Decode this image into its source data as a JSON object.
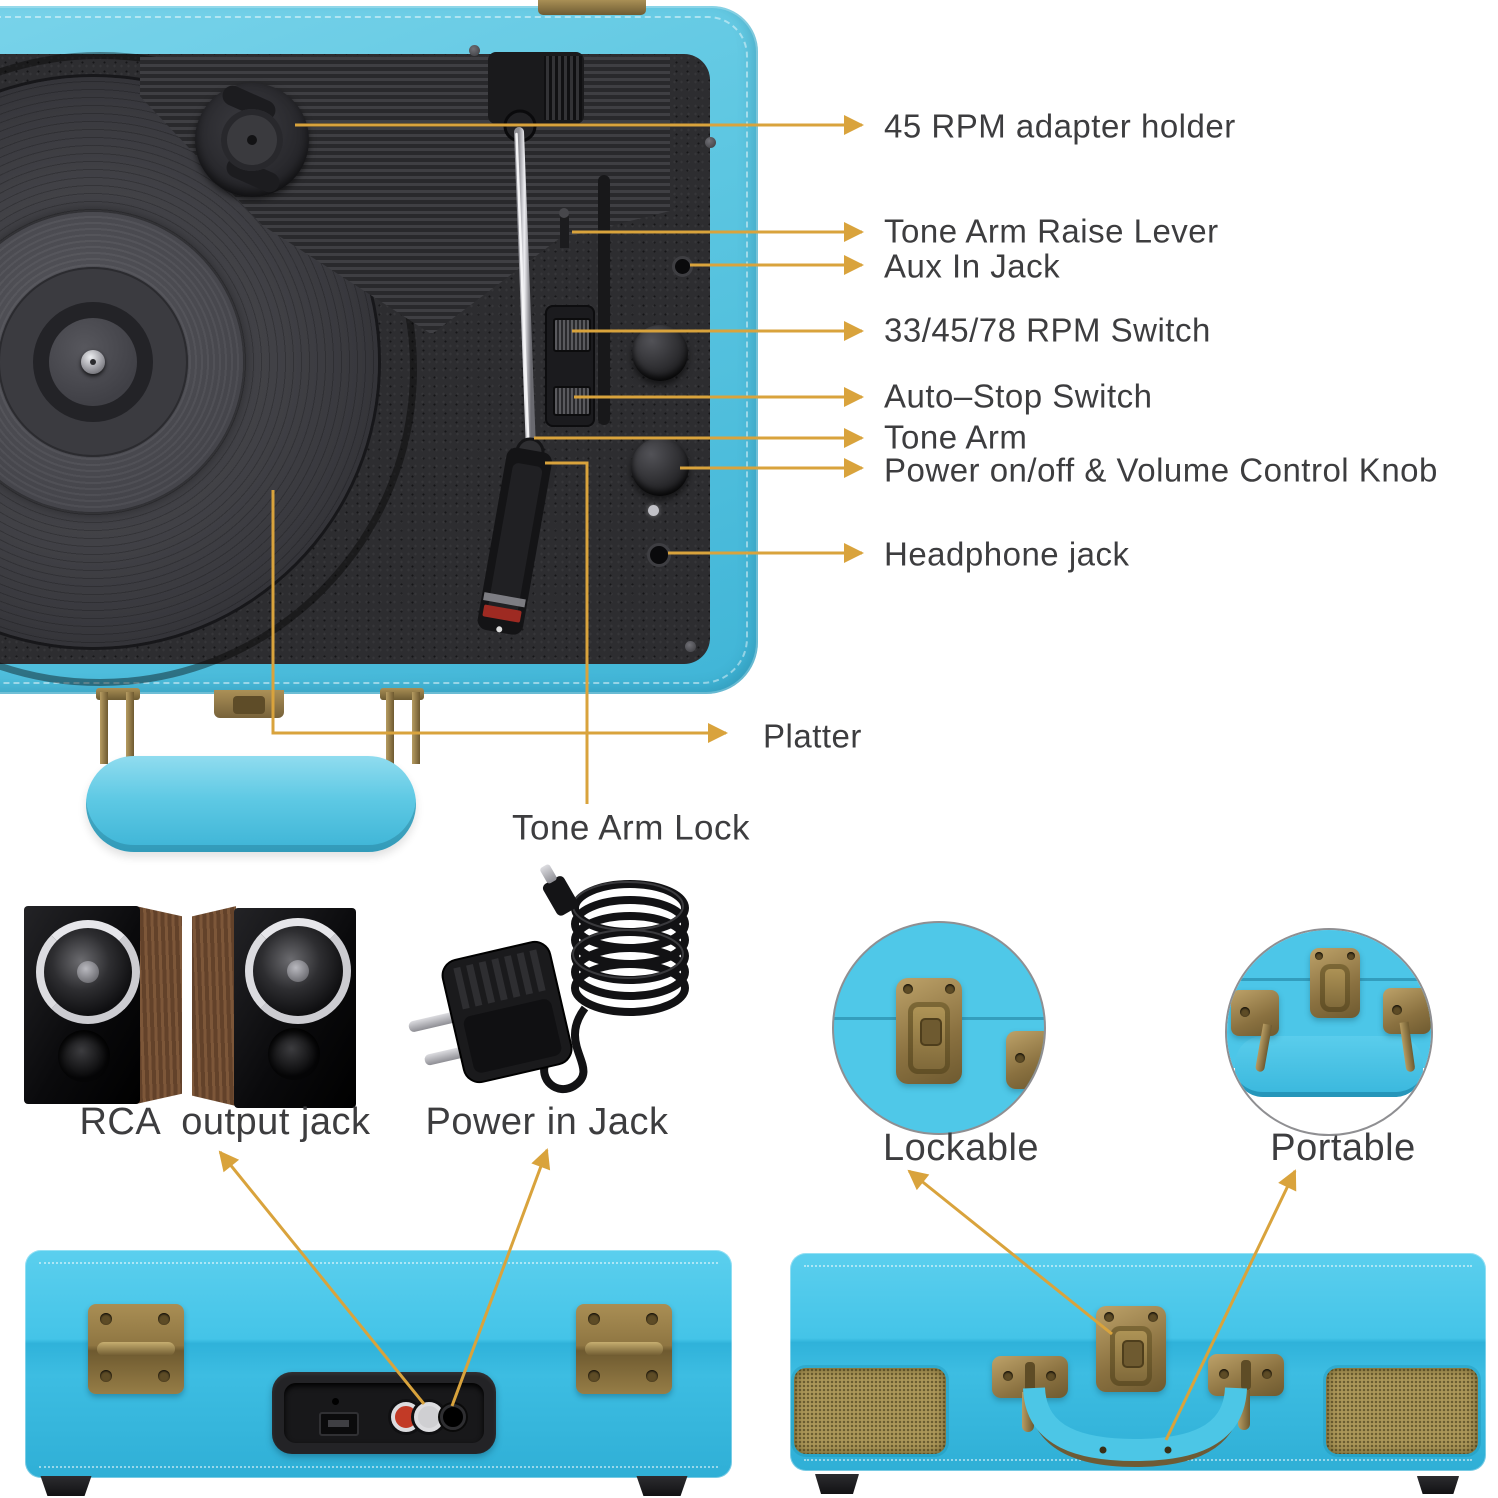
{
  "figure": {
    "type": "product-feature-diagram",
    "subject": "portable suitcase turntable"
  },
  "colors": {
    "arrow": "#D9A33C",
    "label_text": "#3D3D3F",
    "case_teal": "#4CC6E8",
    "case_teal_dark": "#2FAFD6",
    "brass_hardware": "#9A8148",
    "grille_gold": "#AC9759",
    "deck_black": "#2D2D30"
  },
  "callouts": {
    "adapter_holder": "45 RPM adapter holder",
    "raise_lever": "Tone Arm Raise Lever",
    "aux_in": "Aux In Jack",
    "rpm_switch": "33/45/78 RPM Switch",
    "auto_stop": "Auto–Stop Switch",
    "tone_arm": "Tone Arm",
    "power_volume": "Power on/off & Volume Control Knob",
    "headphone": "Headphone jack",
    "platter": "Platter",
    "tone_arm_lock": "Tone Arm Lock"
  },
  "accessory_labels": {
    "rca": "RCA  output jack",
    "power_in": "Power in Jack"
  },
  "feature_labels": {
    "lockable": "Lockable",
    "portable": "Portable"
  }
}
